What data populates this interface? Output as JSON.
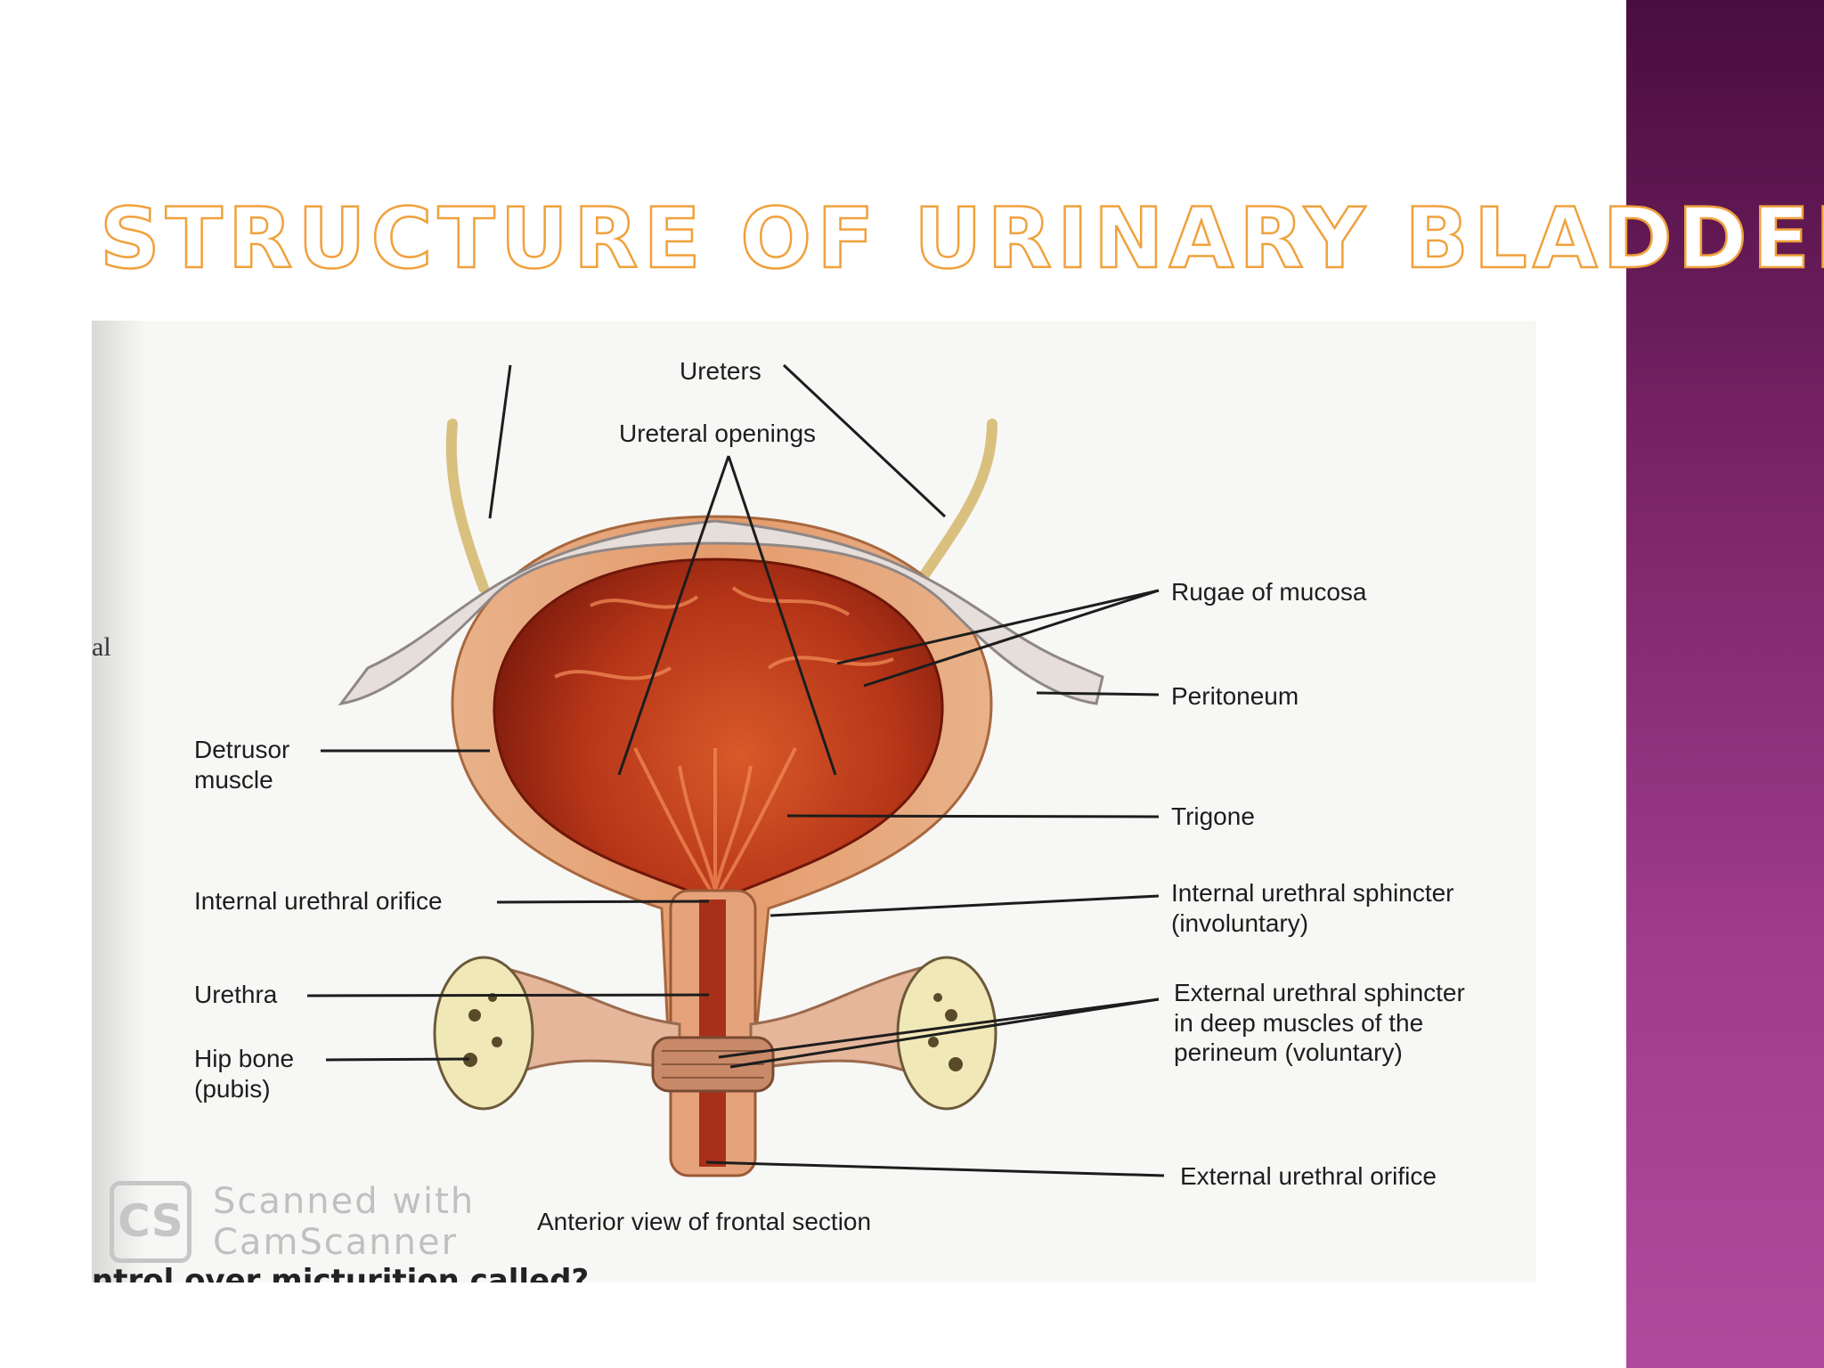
{
  "slide": {
    "title": "STRUCTURE OF URINARY BLADDER"
  },
  "diagram": {
    "labels": {
      "ureters": "Ureters",
      "ureteral_openings": "Ureteral openings",
      "rugae": "Rugae of mucosa",
      "peritoneum": "Peritoneum",
      "detrusor_1": "Detrusor",
      "detrusor_2": "muscle",
      "trigone": "Trigone",
      "internal_orifice": "Internal urethral orifice",
      "internal_sphincter_1": "Internal urethral sphincter",
      "internal_sphincter_2": "(involuntary)",
      "urethra": "Urethra",
      "external_sphincter_1": "External urethral sphincter",
      "external_sphincter_2": "in deep muscles of the",
      "external_sphincter_3": "perineum (voluntary)",
      "hip_bone_1": "Hip bone",
      "hip_bone_2": "(pubis)",
      "external_orifice": "External urethral orifice",
      "caption": "Anterior view of frontal section"
    },
    "edge_fragment": "al",
    "cut_off_text": "ntrol over micturition called?"
  },
  "watermark": {
    "logo": "CS",
    "line1": "Scanned with",
    "line2": "CamScanner"
  },
  "colors": {
    "title_outline": "#f0a13c",
    "side_band_top": "#4a0d3f",
    "side_band_bottom": "#b04a9c",
    "bladder_lumen": "#b8391a",
    "muscle_wall": "#e7a77d",
    "peritoneum": "#e6dedb",
    "bone": "#f1e8b8"
  }
}
